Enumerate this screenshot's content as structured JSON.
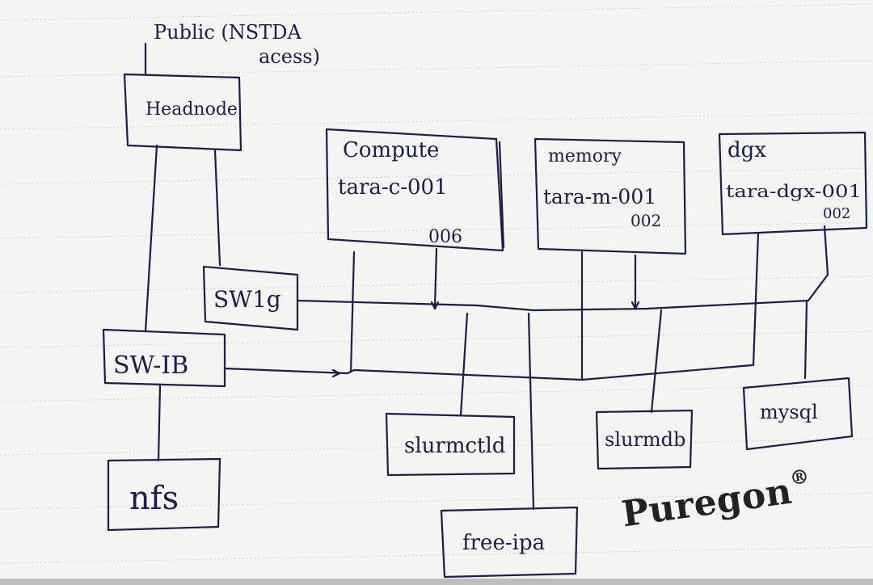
{
  "header": {
    "line1": "Public (NSTDA",
    "line2": "acess)"
  },
  "nodes": {
    "headnode": "Headnode",
    "compute": {
      "title": "Compute",
      "line1": "tara-c-001",
      "line2": "006"
    },
    "memory": {
      "title": "memory",
      "line1": "tara-m-001",
      "line2": "002"
    },
    "dgx": {
      "title": "dgx",
      "line1": "tara-dgx-001",
      "line2": "002"
    },
    "sw1g": "SW1g",
    "swib": "SW-IB",
    "nfs": "nfs",
    "slurmctld": "slurmctld",
    "slurmdb": "slurmdb",
    "mysql": "mysql",
    "freeipa": "free-ipa"
  },
  "brand": {
    "name": "Puregon",
    "mark": "®"
  },
  "colors": {
    "ink": "#1b1d4a",
    "paper": "#f4f4f2",
    "rule": "#c9c9c9"
  }
}
